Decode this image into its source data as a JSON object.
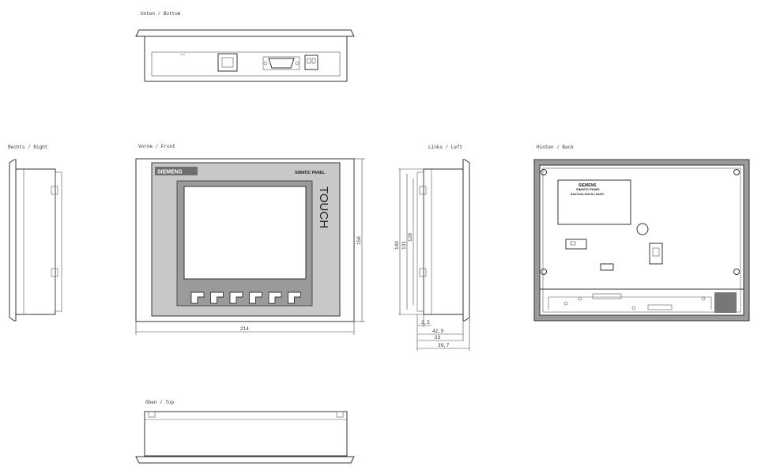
{
  "views": {
    "bottom": "Unten / Bottom",
    "right": "Rechts / Right",
    "front": "Vorne / Front",
    "left": "Links / Left",
    "back": "Hinten / Back",
    "top": "Oben / Top"
  },
  "front_panel": {
    "brand": "SIEMENS",
    "product": "SIMATIC PANEL",
    "touch": "TOUCH",
    "function_keys": 6
  },
  "back_panel": {
    "label_line1": "SIEMENS",
    "label_line2": "SIMATIC PANEL",
    "label_line3": "6AV2124-0GC01-0AX0"
  },
  "dimensions": {
    "front_width": "214",
    "front_height": "158",
    "left_h1": "140",
    "left_h2": "131",
    "left_h3": "128",
    "left_d1": "2,5",
    "left_d2": "42,5",
    "left_d3": "33",
    "left_d4": "39,7"
  }
}
